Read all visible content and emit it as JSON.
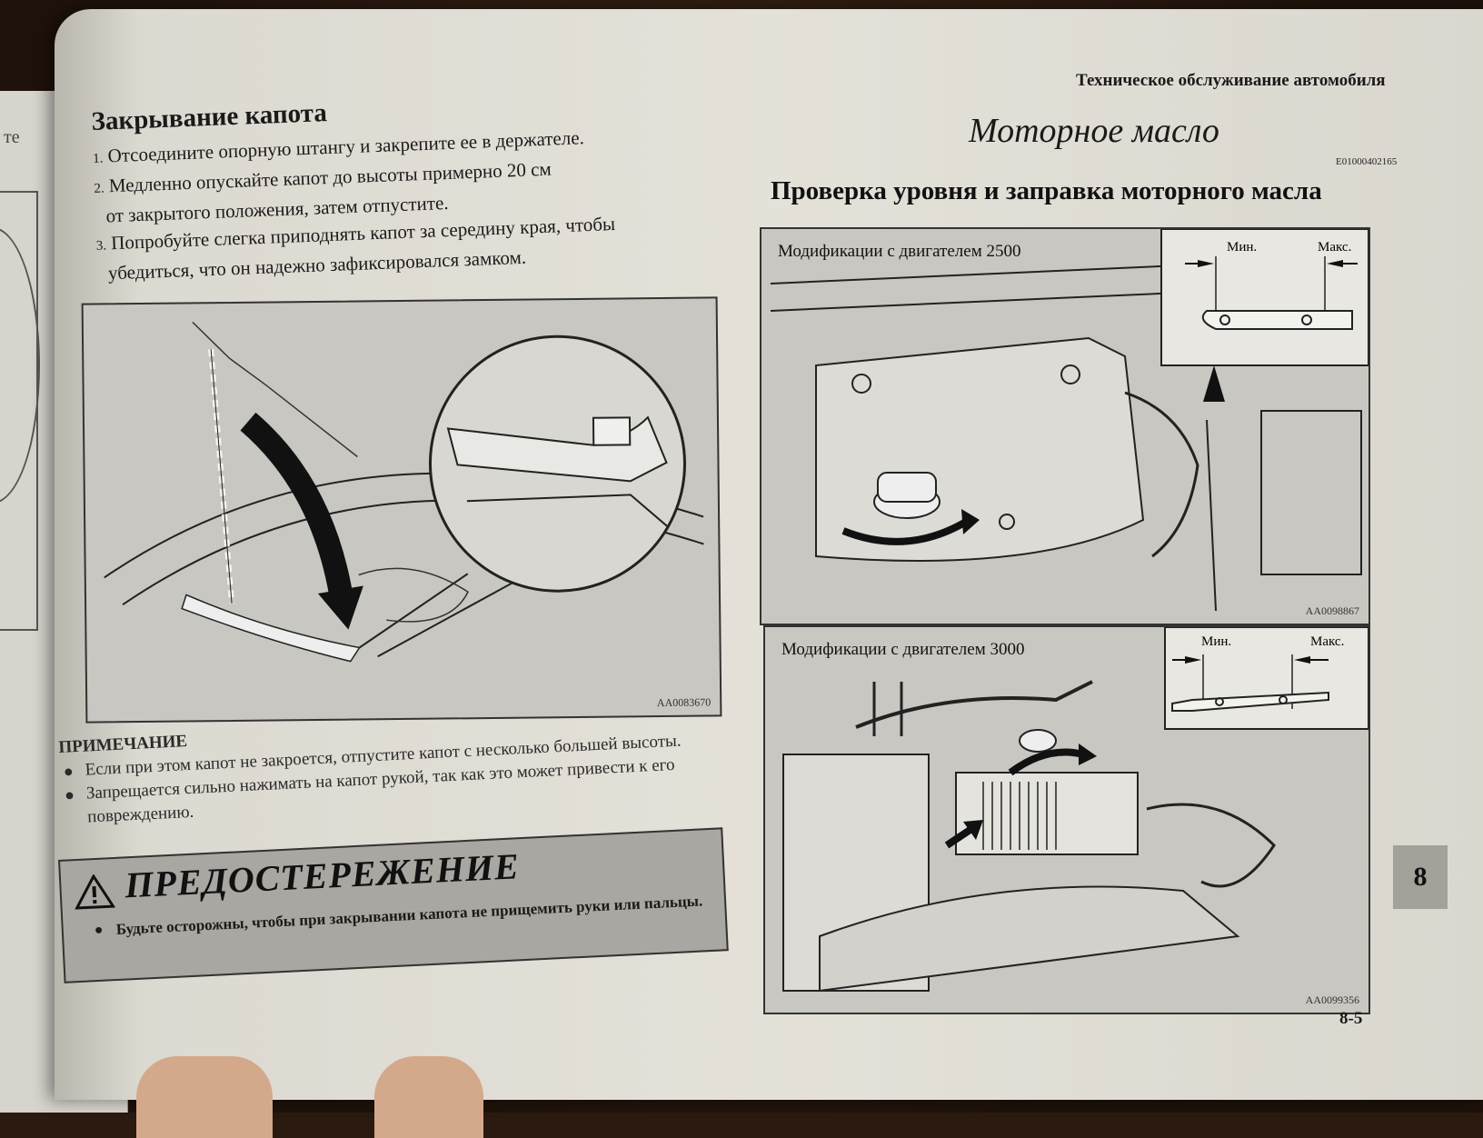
{
  "header": {
    "section": "Техническое обслуживание автомобиля"
  },
  "prev_page": {
    "fragment": "те"
  },
  "left": {
    "title": "Закрывание капота",
    "steps": [
      {
        "num": "1.",
        "text": "Отсоедините опорную штангу и закрепите ее в держателе."
      },
      {
        "num": "2.",
        "text": "Медленно опускайте капот до высоты примерно 20 см"
      },
      {
        "num": "",
        "text": "от закрытого положения, затем отпустите."
      },
      {
        "num": "3.",
        "text": "Попробуйте слегка приподнять капот за середину края, чтобы"
      },
      {
        "num": "",
        "text": "убедиться, что он надежно зафиксировался замком."
      }
    ],
    "figure_code": "AA0083670",
    "note": {
      "title": "ПРИМЕЧАНИЕ",
      "items": [
        "Если при этом капот не закроется, отпустите капот с несколько большей высоты.",
        "Запрещается сильно нажимать на капот рукой, так как это может привести к его повреждению."
      ]
    },
    "warning": {
      "title": "ПРЕДОСТЕРЕЖЕНИЕ",
      "items": [
        "Будьте осторожны, чтобы при закрывании капота не прищемить руки или пальцы."
      ]
    }
  },
  "right": {
    "title": "Моторное масло",
    "code": "E01000402165",
    "subtitle": "Проверка уровня и заправка моторного масла",
    "figures": [
      {
        "caption": "Модификации с двигателем 2500",
        "min_label": "Мин.",
        "max_label": "Макс.",
        "code": "AA0098867"
      },
      {
        "caption": "Модификации с двигателем 3000",
        "min_label": "Мин.",
        "max_label": "Макс.",
        "code": "AA0099356"
      }
    ]
  },
  "tab": "8",
  "page_number": "8-5"
}
